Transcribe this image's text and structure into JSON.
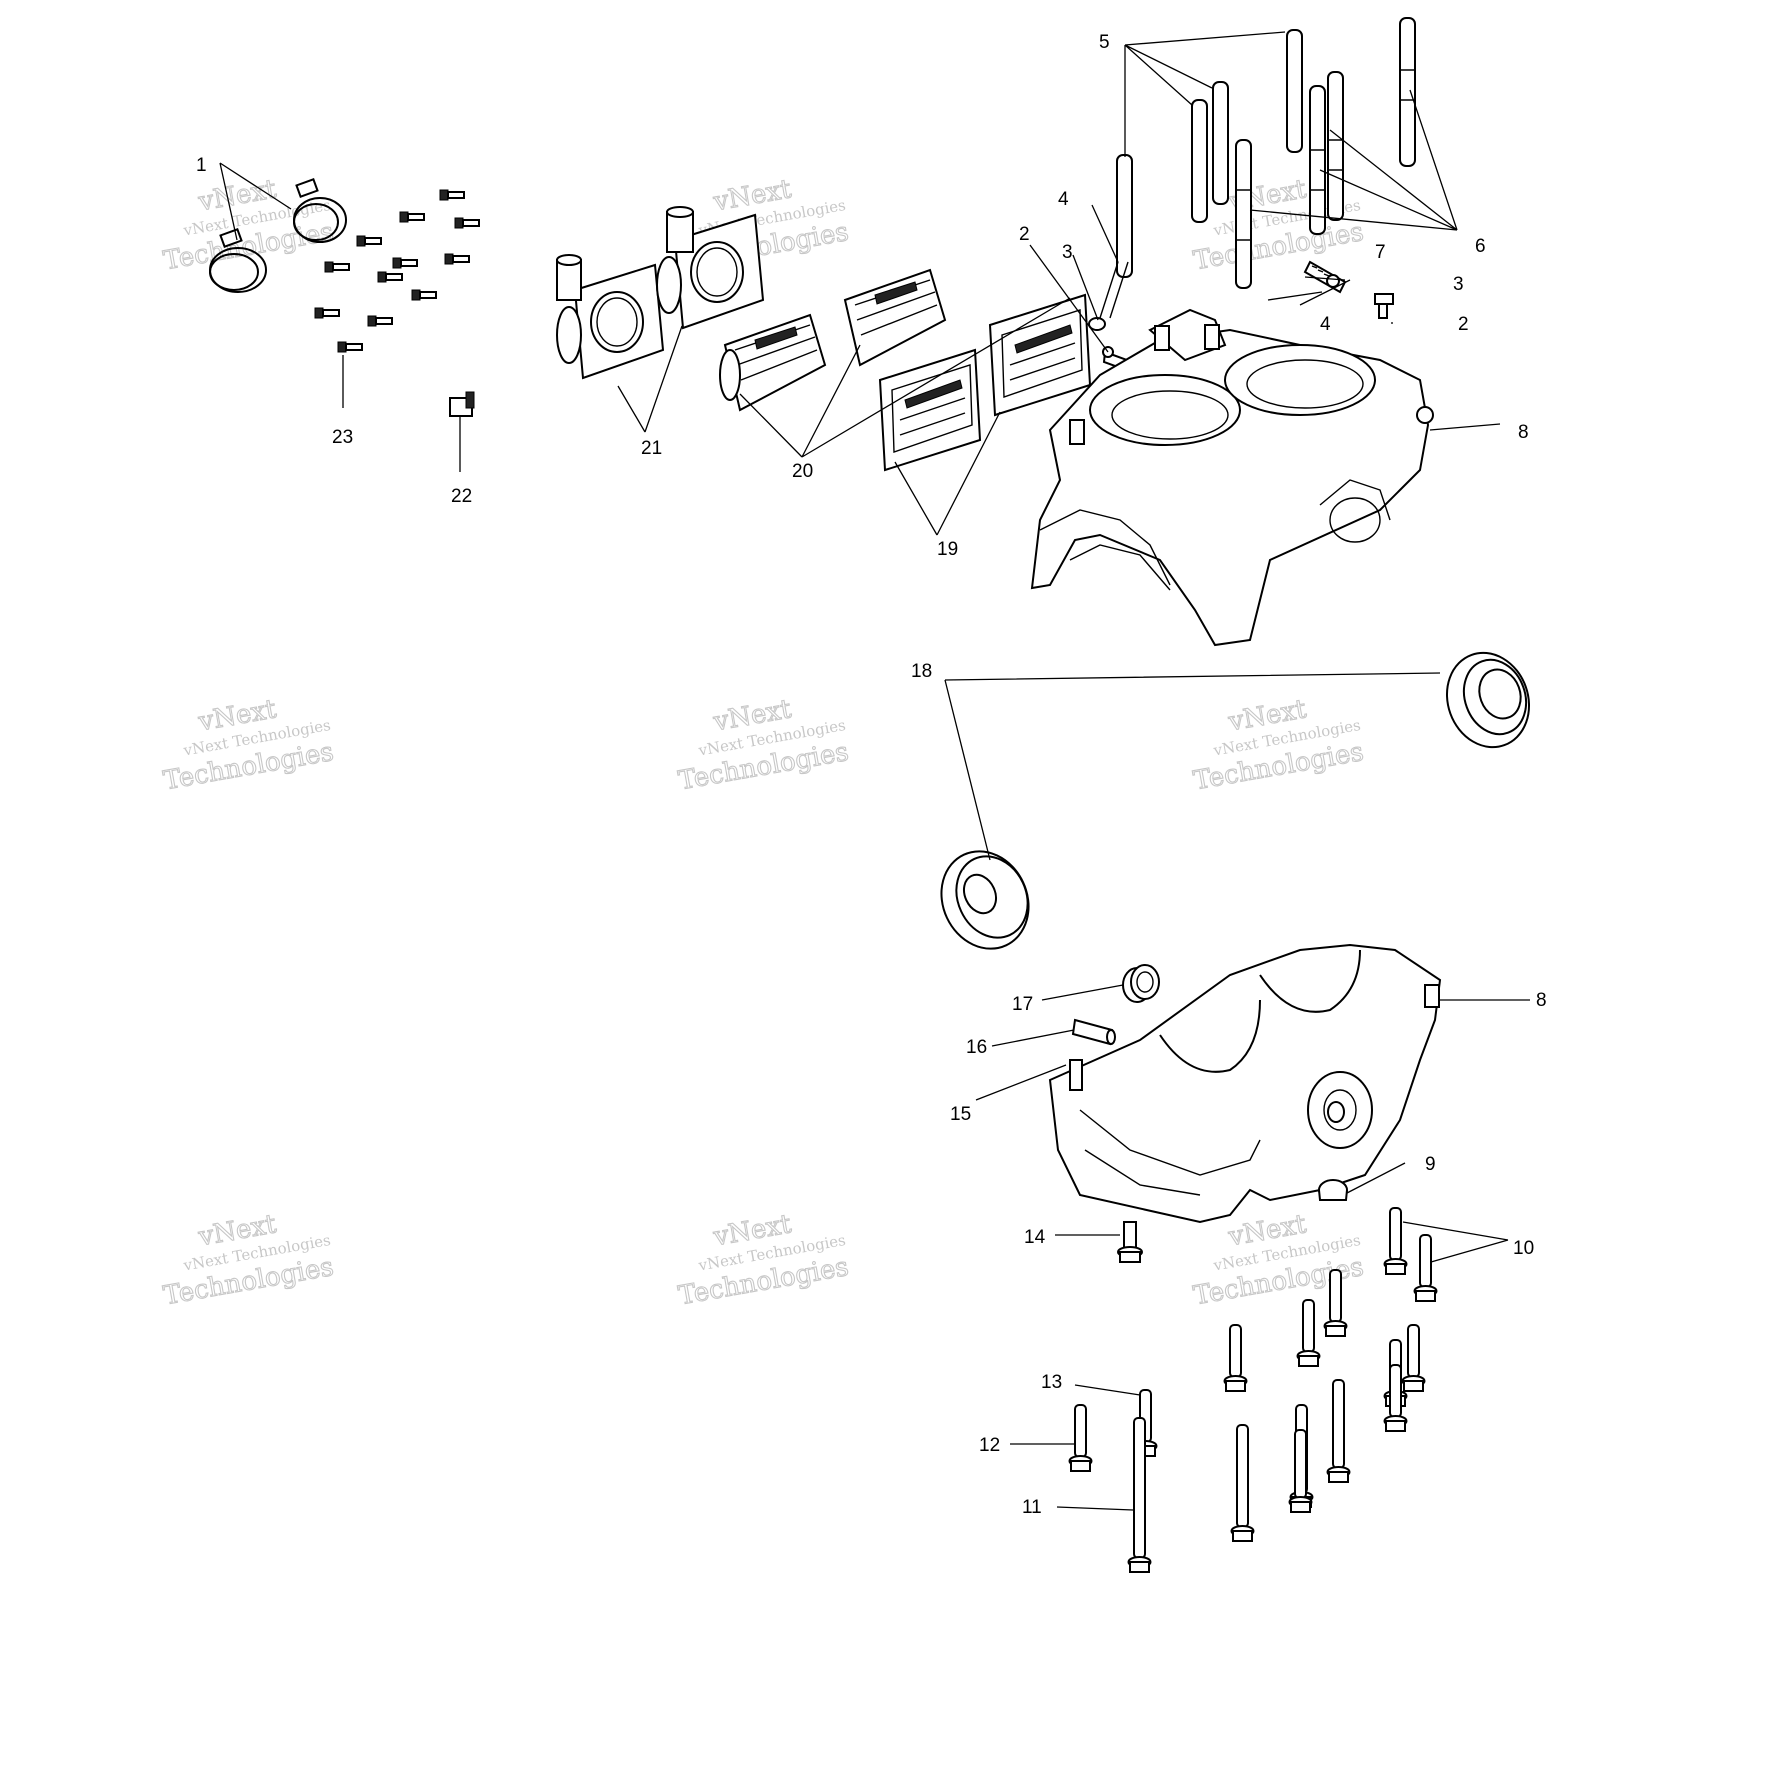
{
  "callouts": [
    "1",
    "2",
    "3",
    "4",
    "5",
    "6",
    "7",
    "8",
    "9",
    "10",
    "11",
    "12",
    "13",
    "14",
    "15",
    "16",
    "17",
    "18",
    "19",
    "20",
    "21",
    "22",
    "23"
  ],
  "right_labels": [
    "7",
    "3",
    "2"
  ],
  "watermark": {
    "line1": "vNext Technologies",
    "line2": "vNext",
    "line3": "Technologies"
  }
}
